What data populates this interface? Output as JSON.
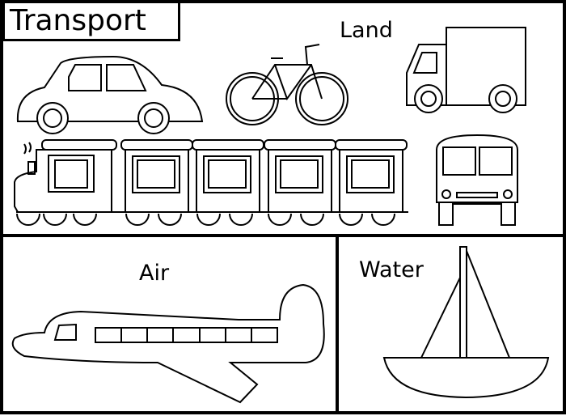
{
  "title": "Transport",
  "sections": {
    "land": "Land",
    "air": "Air",
    "water": "Water"
  }
}
